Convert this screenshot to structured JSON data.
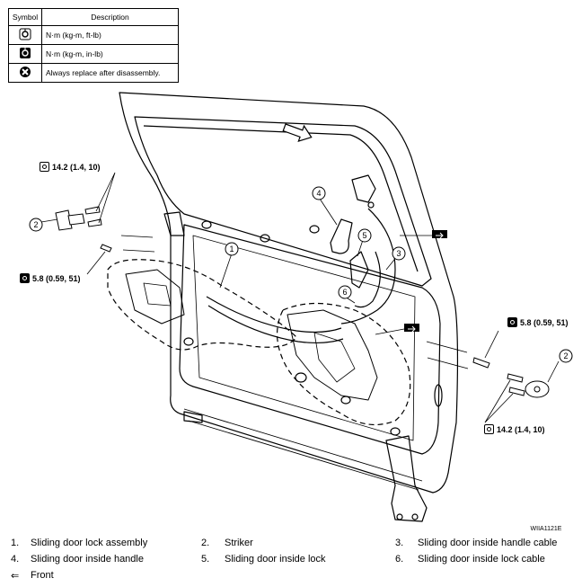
{
  "legend": {
    "header_symbol": "Symbol",
    "header_description": "Description",
    "rows": [
      {
        "icon": "torque-wrench-icon",
        "description": "N·m (kg-m, ft-lb)"
      },
      {
        "icon": "torque-wrench-dark-icon",
        "description": "N·m (kg-m, in-lb)"
      },
      {
        "icon": "replace-x-icon",
        "description": "Always replace after disassembly."
      }
    ]
  },
  "torques": {
    "top_left": "14.2 (1.4, 10)",
    "mid_left": "5.8 (0.59, 51)",
    "right_upper": "5.8 (0.59, 51)",
    "right_lower": "14.2 (1.4, 10)"
  },
  "callouts": [
    "1",
    "2",
    "2",
    "3",
    "4",
    "5",
    "6"
  ],
  "figure_code": "WIIA1121E",
  "parts": [
    {
      "num": "1.",
      "label": "Sliding door lock assembly"
    },
    {
      "num": "2.",
      "label": "Striker"
    },
    {
      "num": "3.",
      "label": "Sliding door inside handle cable"
    },
    {
      "num": "4.",
      "label": "Sliding door inside handle"
    },
    {
      "num": "5.",
      "label": "Sliding door inside lock"
    },
    {
      "num": "6.",
      "label": "Sliding door inside lock cable"
    }
  ],
  "front_label": "Front",
  "front_icon": "front-arrow-icon"
}
